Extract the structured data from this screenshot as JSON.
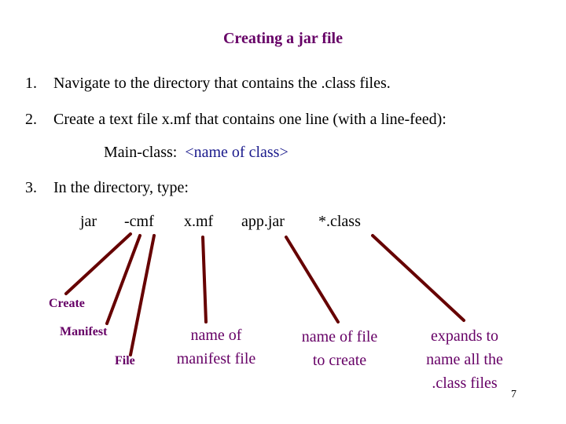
{
  "title": "Creating a jar file",
  "steps": [
    {
      "number": "1.",
      "text": "Navigate to the directory that contains the .class files."
    },
    {
      "number": "2.",
      "text": "Create a text file x.mf that contains one line (with a line-feed):"
    },
    {
      "number": "3.",
      "text": "In the directory, type:"
    }
  ],
  "main_class": {
    "key": "Main-class:",
    "value": "<name of class>"
  },
  "command": [
    "jar",
    "-cmf",
    "x.mf",
    "app.jar",
    "*.class"
  ],
  "annotations": {
    "create": "Create",
    "manifest": "Manifest",
    "file": "File",
    "manifest_name_line1": "name of",
    "manifest_name_line2": "manifest file",
    "file_to_create_line1": "name of file",
    "file_to_create_line2": "to create",
    "expands_line1": "expands to",
    "expands_line2": "name all the",
    "expands_line3": ".class files"
  },
  "page_number": "7",
  "colors": {
    "title": "#660066",
    "arrows": "#660000",
    "class_text": "#1a1a8c"
  }
}
